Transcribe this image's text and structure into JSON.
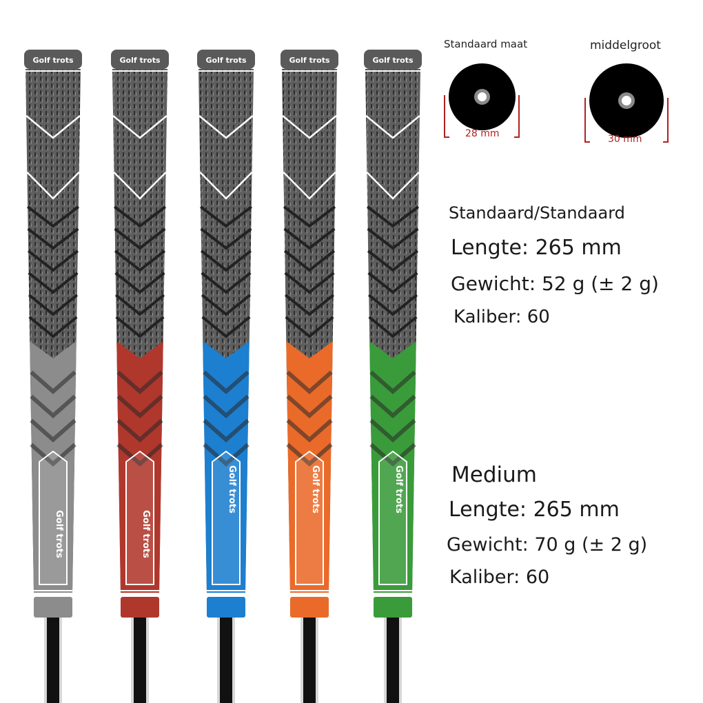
{
  "grips": [
    {
      "color": "#8c8c8c",
      "brand": "Golf trots"
    },
    {
      "color": "#b0372c",
      "brand": "Golf trots"
    },
    {
      "color": "#1d7fd0",
      "brand": "Golf trots"
    },
    {
      "color": "#ea6a2a",
      "brand": "Golf trots"
    },
    {
      "color": "#3a9b3a",
      "brand": "Golf trots"
    }
  ],
  "sizes": {
    "standard": {
      "label": "Standaard maat",
      "diameter": "28 mm"
    },
    "midsize": {
      "label": "middelgroot",
      "diameter": "30 mm"
    }
  },
  "specs_standard": {
    "heading": "Standaard/Standaard",
    "length": "Lengte: 265 mm",
    "weight": "Gewicht: 52 g (± 2 g)",
    "caliber": "Kaliber: 60"
  },
  "specs_medium": {
    "heading": "Medium",
    "length": "Lengte: 265 mm",
    "weight": "Gewicht: 70 g (± 2 g)",
    "caliber": "Kaliber: 60"
  }
}
